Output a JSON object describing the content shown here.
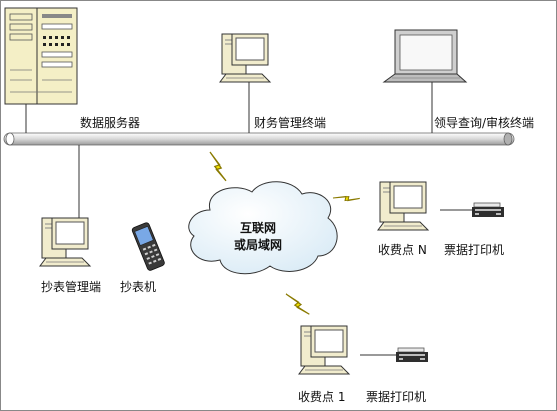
{
  "labels": {
    "data_server": "数据服务器",
    "finance_terminal": "财务管理终端",
    "leader_terminal": "领导查询/审核终端",
    "meter_terminal": "抄表管理端",
    "meter_reader": "抄表机",
    "cloud_line1": "互联网",
    "cloud_line2": "或局域网",
    "toll_n": "收费点 N",
    "printer_n": "票据打印机",
    "toll_1": "收费点 1",
    "printer_1": "票据打印机"
  },
  "colors": {
    "background": "#ffffff",
    "server": "#f4efc6",
    "terminal_body": "#f1eccd",
    "screen": "#ffffff",
    "cloud": "#eaf4fa",
    "lightning": "#f2e000",
    "bus": "#dcdcdc",
    "line": "#333333",
    "laptop_body": "#cfcfcf",
    "laptop_screen": "#f8f8f8",
    "phone_body": "#3a3a3a",
    "phone_screen": "#79a8e6"
  },
  "icons": [
    "server-icon",
    "desktop-computer-icon",
    "laptop-icon",
    "handheld-meter-reader-icon",
    "printer-icon",
    "cloud-icon",
    "lightning-icon"
  ]
}
